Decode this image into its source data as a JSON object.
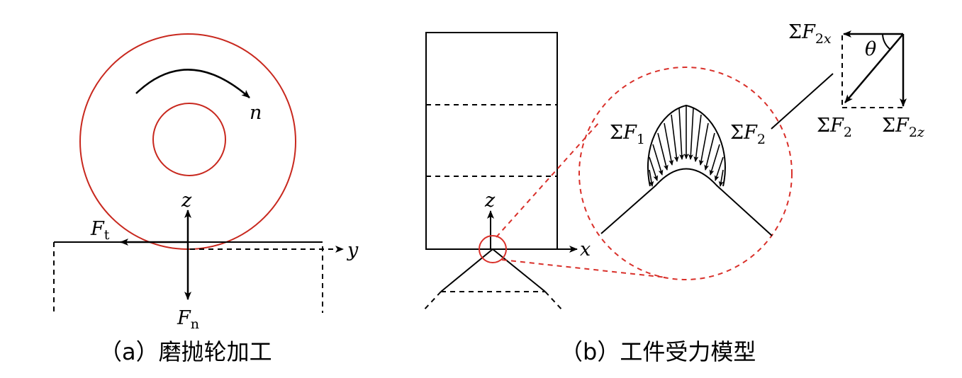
{
  "panel_a": {
    "caption": "（a）磨抛轮加工",
    "labels": {
      "n": "n",
      "z": "z",
      "y": "y",
      "Ft_main": "F",
      "Ft_sub": "t",
      "Fn_main": "F",
      "Fn_sub": "n"
    }
  },
  "panel_b": {
    "caption": "（b）工件受力模型",
    "labels": {
      "z": "z",
      "x": "x",
      "sigma": "Σ",
      "F": "F",
      "sub1": "1",
      "sub2": "2",
      "sub2x_num": "2",
      "sub2x_var": "x",
      "sub2z_num": "2",
      "sub2z_var": "z",
      "theta": "θ"
    }
  },
  "colors": {
    "wheel": "#c8281e",
    "line": "#000000",
    "zoom": "#d9302a"
  }
}
